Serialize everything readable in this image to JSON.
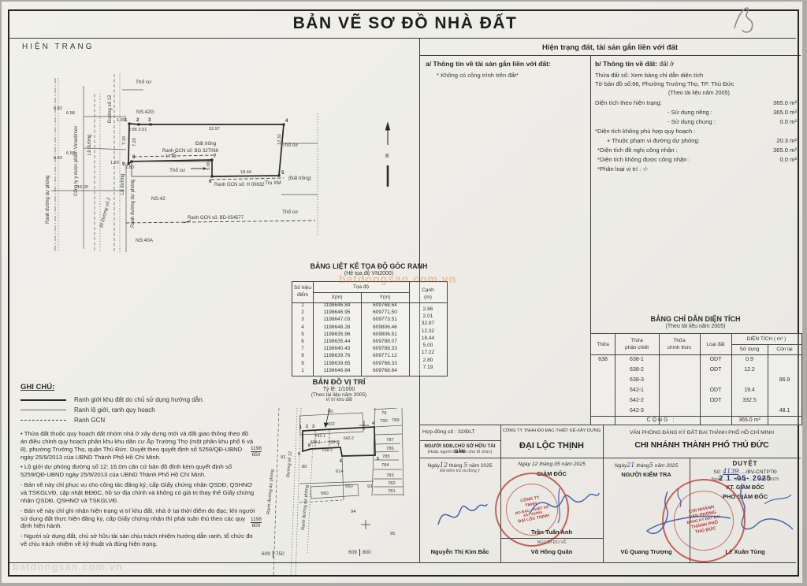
{
  "title": "BẢN VẼ SƠ ĐỒ NHÀ ĐẤT",
  "watermark": "batdongsan.com.vn",
  "left": {
    "section_label": "HIỆN TRẠNG",
    "plan": {
      "north": "B",
      "tho_cu": "Thổ cư",
      "dat_trong": "Đất trống",
      "dat_trong_p": "(Đất trống)",
      "tru_xm": "Trụ XM",
      "ns42g": "NS:42G",
      "ns42": "NS:42",
      "ns40a": "NS:40A",
      "gcn_bg": "Ranh GCN số: BG 327066",
      "gcn_h": "Ranh GCN số: H 00632",
      "gcn_bd": "Ranh GCN số: BD-054577",
      "vimedimex": "Công ty y dược phẩm Vimedimex",
      "ranh_dp": "Ranh đường dự phóng",
      "le_duong": "Lề đường",
      "duong12": "Đường số 12",
      "di_duong2": "Đi Đường số 2",
      "d_286_351": "2.86 3.51",
      "d_3297": "32.97",
      "d_1232": "12.32",
      "d_1844": "18.44",
      "d_500": "5.00",
      "d_1722": "17.22",
      "d_280": "2.80",
      "d_719": "7.19",
      "d_720": "7.20",
      "d_658": "6.58",
      "d_082": "0.82",
      "d_109": "1.09",
      "d_120": "1.20",
      "d_1600": "16.00",
      "p1": "1",
      "p2": "2",
      "p3": "3",
      "p4": "4",
      "p5": "5",
      "p6": "6",
      "p7": "7",
      "p8": "8",
      "p9": "9"
    },
    "coords": {
      "title": "BẢNG LIỆT KÊ TỌA ĐỘ GÓC RANH",
      "subtitle": "(Hệ tọa độ VN2000)",
      "h_point_1": "Số hiệu",
      "h_point_2": "điểm",
      "h_toado": "Tọa độ",
      "h_x": "X(m)",
      "h_y": "Y(m)",
      "h_canh_1": "Cạnh",
      "h_canh_2": "(m)",
      "rows": [
        {
          "p": "1",
          "x": "1198646.84",
          "y": "609768.64"
        },
        {
          "p": "2",
          "x": "1198646.95",
          "y": "609771.50"
        },
        {
          "p": "3",
          "x": "1198647.03",
          "y": "609773.51"
        },
        {
          "p": "4",
          "x": "1198648.28",
          "y": "609806.46"
        },
        {
          "p": "5",
          "x": "1198635.96",
          "y": "609806.51"
        },
        {
          "p": "6",
          "x": "1198635.44",
          "y": "609788.07"
        },
        {
          "p": "7",
          "x": "1198640.43",
          "y": "609788.33"
        },
        {
          "p": "8",
          "x": "1198639.76",
          "y": "609771.12"
        },
        {
          "p": "9",
          "x": "1198639.65",
          "y": "609768.33"
        },
        {
          "p": "1",
          "x": "1198646.84",
          "y": "609768.64"
        }
      ],
      "edges": [
        "2.86",
        "2.01",
        "32.97",
        "12.32",
        "18.44",
        "5.00",
        "17.22",
        "2.80",
        "7.19"
      ]
    },
    "notes": {
      "title": "GHI CHÚ:",
      "legend": [
        {
          "text": "Ranh giới khu đất do chủ sử dụng hướng dẫn."
        },
        {
          "text": "Ranh lộ giới, ranh quy hoạch"
        },
        {
          "text": "Ranh GCN"
        }
      ],
      "items": [
        "• Thửa đất thuộc quy hoạch đất nhóm nhà ở xây dựng mới và đất giao thông theo đồ án điều chỉnh quy hoạch phân khu khu dân cư Ấp Trường Thọ (một phần khu phố 6 và 8), phường Trường Thọ, quận Thủ Đức. Duyệt theo quyết định số 5259/QĐ-UBND ngày 25/9/2013 của UBND Thành Phố Hồ Chí Minh.",
        "• Lộ giới dự phóng đường số 12: 16.0m căn cứ bản đồ đính kèm quyết định số 5259/QĐ-UBND ngày 25/9/2013 của UBND Thành Phố Hồ Chí Minh.",
        "- Bản vẽ này chỉ phục vụ cho công tác đăng ký, cấp Giấy chứng nhận QSDĐ, QSHNƠ và TSKGLVĐ, cập nhật BĐĐC, hồ sơ địa chính và không có giá trị thay thế Giấy chứng nhận QSDĐ, QSHNƠ và TSKGLVĐ.",
        "- Bản vẽ này chỉ ghi nhận hiện trạng vị trí khu đất, nhà ở tại thời điểm đo đạc; khi người sử dụng đất thực hiện đăng ký, cấp Giấy chứng nhận thì phải tuân thủ theo các quy định hiện hành.",
        "- Người sử dụng đất, chủ sở hữu tài sản chịu trách nhiệm hướng dẫn ranh, tổ chức đo vẽ chịu trách nhiệm về kỹ thuật và đúng hiện trạng."
      ]
    },
    "map": {
      "title": "BẢN ĐỒ VỊ TRÍ",
      "scale": "Tỷ lệ: 1/1000",
      "source": "(Theo tài liệu năm 2005)",
      "marker": "Vị trí khu đất",
      "duong12": "Đường số 12",
      "ranh_dp": "Ranh đường dự phóng",
      "g_1198": "1198",
      "g_650": "650",
      "g_600": "600",
      "g_609": "609",
      "g_750": "750",
      "g_800": "800",
      "parcels": {
        "p502": "502",
        "p79": "79",
        "p790": "790",
        "p789": "789",
        "p787": "787",
        "p786": "786",
        "p785": "785",
        "p784": "784",
        "p783": "783",
        "p782": "782",
        "p781": "781",
        "p614": "614",
        "p560a": "560",
        "p560b": "560",
        "p93": "93",
        "p94": "94",
        "p95": "95",
        "p92": "92",
        "p80a": "80",
        "p80b": "80",
        "s642_1": "642-1",
        "s642_2": "642-2",
        "s638_1": "638-1",
        "s638_2": "638-2",
        "s638_3": "638-3",
        "n1": "1",
        "n2": "2",
        "n3": "3",
        "n4": "4",
        "n5": "5",
        "n6": "6",
        "n7": "7",
        "n8": "8",
        "n9": "9"
      }
    }
  },
  "right": {
    "header": "Hiện trạng đất, tài sản gắn liền với đất",
    "a": {
      "title": "a/ Thông tin về tài sản gắn liền với đất:",
      "note": "* Không có công trình trên đất*"
    },
    "b": {
      "title": "b/ Thông tin về đất:",
      "type": "đất ở",
      "thua": "Thửa đất số:  Xem bảng chỉ dẫn diện tích",
      "to": "Tờ bản đồ số:66, Phường Trường Thọ, TP. Thủ Đức",
      "source": "(Theo tài liệu năm 2005)",
      "rows": [
        {
          "label": "Diện tích theo hiện trạng:",
          "value": "365.0 m²"
        },
        {
          "label": "- Sử dụng riêng :",
          "value": "365.0 m²"
        },
        {
          "label": "- Sử dụng chung :",
          "value": "0.0 m²"
        },
        {
          "label": "*Diện tích không phù hợp quy hoạch :",
          "value": ""
        },
        {
          "label": "+ Thuộc phạm vi đường dự phóng:",
          "value": "20.3 m²"
        },
        {
          "label": "*Diện tích đề nghị công nhận :",
          "value": "365.0 m²"
        },
        {
          "label": "*Diện tích không được công nhận :",
          "value": "0.0 m²"
        },
        {
          "label": "*Phân loại vị trí :   -/-",
          "value": ""
        }
      ]
    },
    "area_table": {
      "title": "BẢNG CHỈ DẪN DIỆN TÍCH",
      "subtitle": "(Theo tài liệu năm 2005)",
      "h_thua": "Thửa",
      "h_pc_1": "Thửa",
      "h_pc_2": "phân chiết",
      "h_ct_1": "Thửa",
      "h_ct_2": "chính thức",
      "h_ld": "Loại đất",
      "h_dt": "DIỆN TÍCH ( m² )",
      "h_sd": "Sử dụng",
      "h_cl": "Còn lại",
      "rows": [
        {
          "thua": "638",
          "pc": "638-1",
          "ct": "",
          "ld": "ODT",
          "sd": "0.9",
          "cl": ""
        },
        {
          "thua": "",
          "pc": "638-2",
          "ct": "",
          "ld": "ODT",
          "sd": "12.2",
          "cl": ""
        },
        {
          "thua": "",
          "pc": "638-3",
          "ct": "",
          "ld": "",
          "sd": "",
          "cl": "86.9"
        },
        {
          "thua": "642",
          "pc": "642-1",
          "ct": "",
          "ld": "ODT",
          "sd": "19.4",
          "cl": ""
        },
        {
          "thua": "",
          "pc": "642-2",
          "ct": "",
          "ld": "ODT",
          "sd": "332.5",
          "cl": ""
        },
        {
          "thua": "",
          "pc": "642-3",
          "ct": "",
          "ld": "",
          "sd": "",
          "cl": "48.1"
        }
      ],
      "total_label": "CỘNG   :",
      "total_value": "365.0 m²"
    },
    "sign": {
      "contract": "Hợp đồng số :  32/ĐLT",
      "c1_role": "NGƯỜI SDĐ,CHỦ SỞ HỮU TÀI SẢN",
      "c1_role2": "(Hoặc người đại diện cho tổ chức)",
      "c1_ngay": "Ngày",
      "c1_d": "12",
      "c1_thang": "tháng",
      "c1_m": "5",
      "c1_nam": "năm 2025",
      "c1_note": "Đã kiểm tra và đồng ý",
      "c1_name": "Nguyễn Thị Kim Bắc",
      "c2_company": "CÔNG TY TNHH ĐO ĐẠC-THIẾT KẾ-XÂY DỰNG",
      "c2_name_co": "ĐẠI LỘC THỊNH",
      "c2_date": "Ngày 12 tháng 05 năm 2025",
      "c2_role": "GIÁM ĐỐC",
      "c2_name": "Trần Tuấn Anh",
      "c2_sub_role": "NGƯỜI ĐO VẼ",
      "c2_sub_name": "Võ Hồng Quân",
      "c34_h1": "VĂN PHÒNG ĐĂNG KÝ ĐẤT ĐAI THÀNH PHỐ HỒ CHÍ MINH",
      "c34_h2": "CHI NHÁNH THÀNH PHỐ THỦ ĐỨC",
      "c3_ngay": "Ngày",
      "c3_d": "21",
      "c3_thang": "tháng",
      "c3_m": "5",
      "c3_nam": "năm 2025",
      "c3_role": "NGƯỜI KIỂM TRA",
      "c3_name": "Vũ Quang Trượng",
      "c4_duyet": "DUYỆT",
      "c4_so_label": "Số:",
      "c4_so": "4139",
      "c4_so_tail": "...../BV-CNTPTĐ",
      "c4_ngay": "Ngày ........ tháng ........ năm 2025",
      "c4_date_stamp": "2 1 -05- 2025",
      "c4_role1": "KT. GIÁM ĐỐC",
      "c4_role2": "PHÓ GIÁM ĐỐC",
      "c4_name": "Lê Xuân Tùng",
      "stamp1": {
        "l1": "CÔNG TY",
        "l2": "TNHH",
        "l3": "ĐO ĐẠC - THIẾT KẾ",
        "l4": "XÂY DỰNG",
        "l5": "ĐẠI LỘC THỊNH"
      },
      "stamp2": {
        "l1": "CHI NHÁNH",
        "l2": "VĂN PHÒNG",
        "l3": "ĐĂNG KÝ ĐẤT ĐAI",
        "l4": "THÀNH PHỐ",
        "l5": "THỦ ĐỨC"
      }
    }
  }
}
